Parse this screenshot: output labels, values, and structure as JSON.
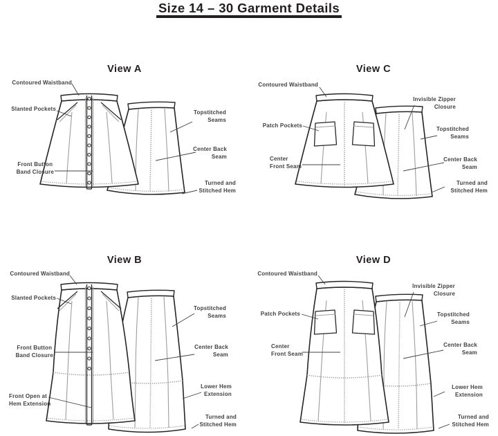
{
  "header": {
    "title": "Size 14 – 30 Garment Details"
  },
  "views": {
    "a": {
      "title": "View A",
      "labels": {
        "contoured_waistband": "Contoured Waistband",
        "slanted_pockets": "Slanted Pockets",
        "front_button_band_closure": "Front Button\nBand Closure",
        "topstitched_seams": "Topstitched\nSeams",
        "center_back_seam": "Center Back\nSeam",
        "turned_and_stitched_hem": "Turned and\nStitched Hem"
      }
    },
    "c": {
      "title": "View C",
      "labels": {
        "contoured_waistband": "Contoured Waistband",
        "patch_pockets": "Patch Pockets",
        "center_front_seam": "Center\nFront Seam",
        "invisible_zipper_closure": "Invisible Zipper\nClosure",
        "topstitched_seams": "Topstitched\nSeams",
        "center_back_seam": "Center Back\nSeam",
        "turned_and_stitched_hem": "Turned and\nStitched Hem"
      }
    },
    "b": {
      "title": "View B",
      "labels": {
        "contoured_waistband": "Contoured Waistband",
        "slanted_pockets": "Slanted Pockets",
        "front_button_band_closure": "Front Button\nBand Closure",
        "front_open_at_hem_extension": "Front Open at\nHem Extension",
        "topstitched_seams": "Topstitched\nSeams",
        "center_back_seam": "Center Back\nSeam",
        "lower_hem_extension": "Lower Hem\nExtension",
        "turned_and_stitched_hem": "Turned and\nStitched Hem"
      }
    },
    "d": {
      "title": "View D",
      "labels": {
        "contoured_waistband": "Contoured Waistband",
        "patch_pockets": "Patch Pockets",
        "center_front_seam": "Center\nFront Seam",
        "invisible_zipper_closure": "Invisible Zipper\nClosure",
        "topstitched_seams": "Topstitched\nSeams",
        "center_back_seam": "Center Back\nSeam",
        "lower_hem_extension": "Lower Hem\nExtension",
        "turned_and_stitched_hem": "Turned and\nStitched Hem"
      }
    }
  },
  "colors": {
    "outline": "#262524",
    "detail_gray": "#9d9d9c",
    "label_text": "#414042",
    "background": "#ffffff"
  }
}
